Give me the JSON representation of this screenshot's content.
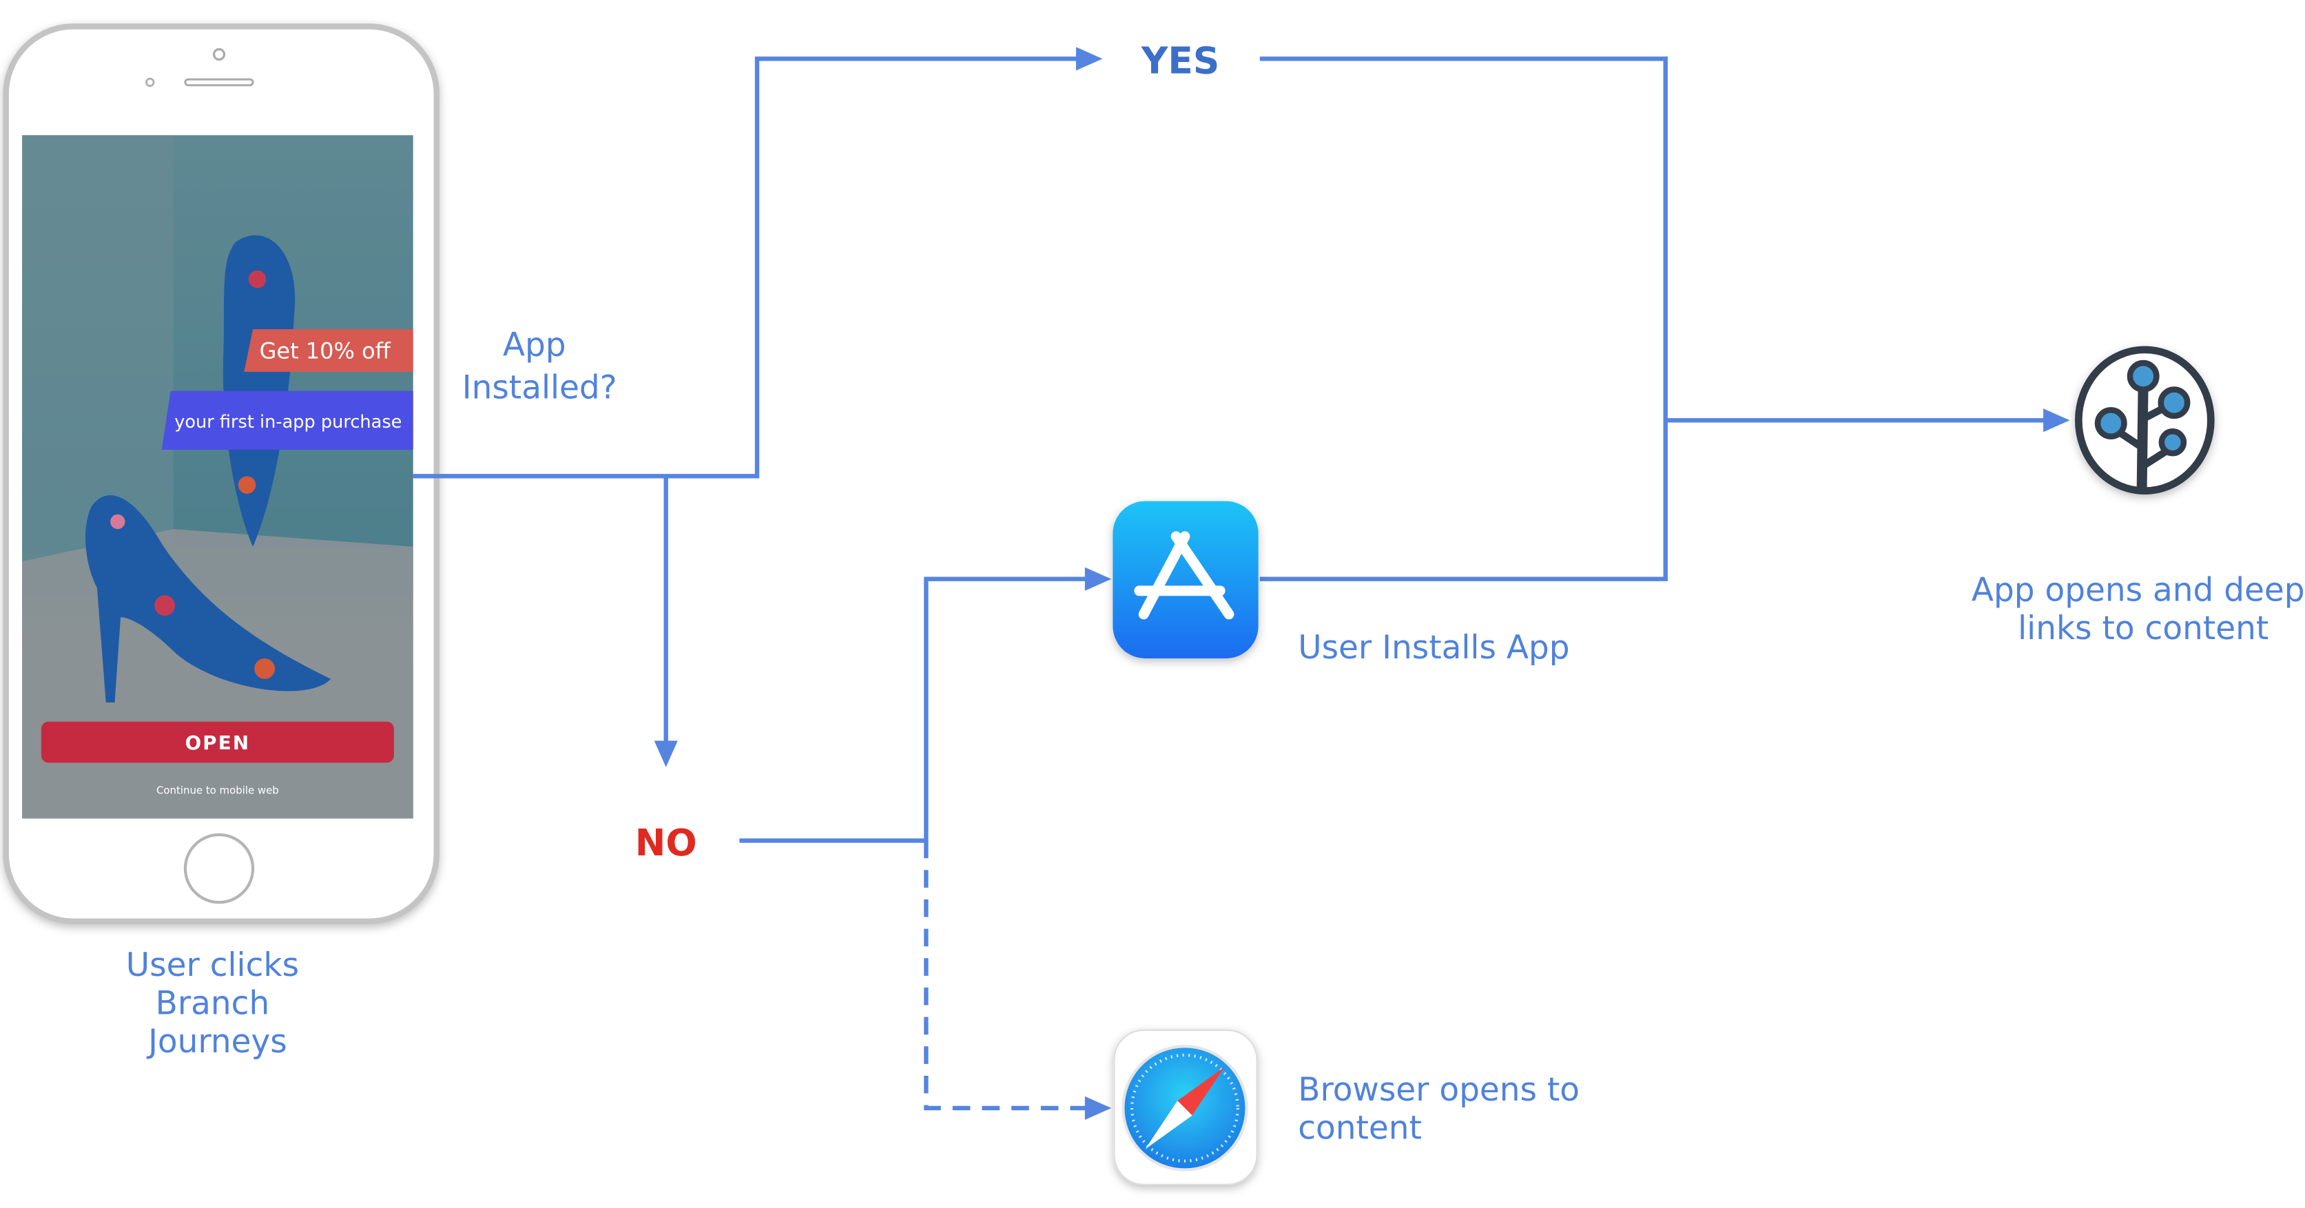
{
  "phone": {
    "banner_top": "Get 10% off",
    "banner_bottom": "your first in-app purchase",
    "open_button": "OPEN",
    "continue_link": "Continue to mobile web"
  },
  "labels": {
    "user_clicks": [
      "User clicks",
      "Branch",
      "Journeys"
    ],
    "app_installed": [
      "App",
      "Installed?"
    ],
    "yes": "YES",
    "no": "NO",
    "user_installs": "User Installs App",
    "browser_opens": [
      "Browser opens to",
      "content"
    ],
    "app_opens": [
      "App opens and deep",
      "links to content"
    ]
  },
  "colors": {
    "flow_line": "#5585e0",
    "label_text": "#4f82dc",
    "yes": "#3b6fc9",
    "no": "#e02a20",
    "open_button": "#c62a40",
    "banner_red": "#d65a52",
    "banner_blue": "#4b4fe4"
  }
}
